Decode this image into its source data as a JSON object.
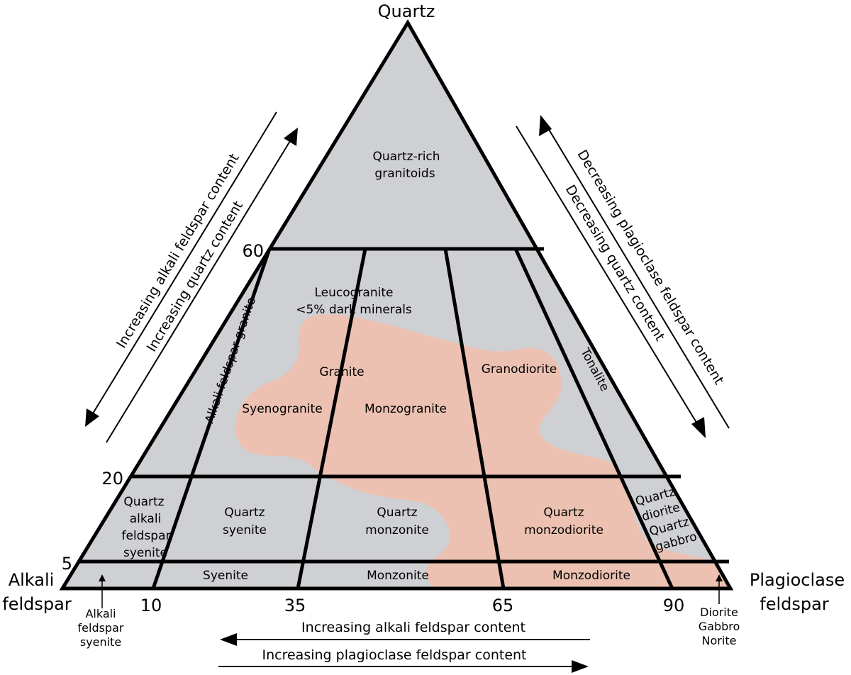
{
  "colors": {
    "triangle_fill": "#cfd0d3",
    "granite_region": "#ecc1b1",
    "line": "#000000",
    "background": "#ffffff"
  },
  "vertices": {
    "top": "Quartz",
    "left_line1": "Alkali",
    "left_line2": "feldspar",
    "right_line1": "Plagioclase",
    "right_line2": "feldspar"
  },
  "quartz_ticks": {
    "q60": "60",
    "q20": "20",
    "q5": "5"
  },
  "base_ticks": {
    "t10": "10",
    "t35": "35",
    "t65": "65",
    "t90": "90"
  },
  "fields": {
    "quartz_rich_1": "Quartz-rich",
    "quartz_rich_2": "granitoids",
    "leucogranite_1": "Leucogranite",
    "leucogranite_2": "<5% dark minerals",
    "alkali_feldspar_granite": "Alkali feldspar granite",
    "granite": "Granite",
    "syenogranite": "Syenogranite",
    "monzogranite": "Monzogranite",
    "granodiorite": "Granodiorite",
    "tonalite": "Tonalite",
    "q_alk_syenite_1": "Quartz",
    "q_alk_syenite_2": "alkali",
    "q_alk_syenite_3": "feldspar",
    "q_alk_syenite_4": "syenite",
    "q_syenite_1": "Quartz",
    "q_syenite_2": "syenite",
    "q_monzonite_1": "Quartz",
    "q_monzonite_2": "monzonite",
    "q_monzodiorite_1": "Quartz",
    "q_monzodiorite_2": "monzodiorite",
    "q_diorite_1": "Quartz",
    "q_diorite_2": "diorite",
    "q_gabbro_1": "Quartz",
    "q_gabbro_2": "gabbro",
    "syenite": "Syenite",
    "monzonite": "Monzonite",
    "monzodiorite": "Monzodiorite"
  },
  "footnotes": {
    "alkali_syenite_1": "Alkali",
    "alkali_syenite_2": "feldspar",
    "alkali_syenite_3": "syenite",
    "diorite": "Diorite",
    "gabbro": "Gabbro",
    "norite": "Norite"
  },
  "arrows": {
    "left_alkali": "Increasing alkali feldspar content",
    "left_quartz": "Increasing quartz content",
    "right_plag": "Decreasing plagioclase feldspar content",
    "right_quartz": "Decreasing quartz content",
    "bottom_alkali": "Increasing alkali feldspar content",
    "bottom_plag": "Increasing plagioclase feldspar content"
  }
}
